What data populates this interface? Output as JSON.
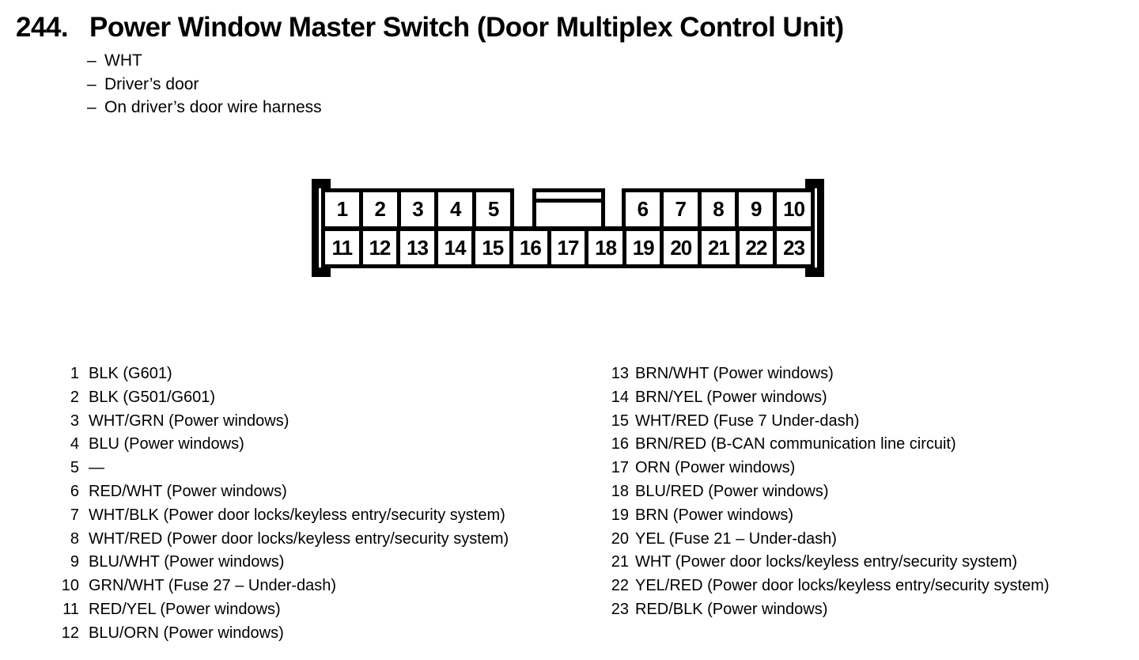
{
  "header": {
    "number": "244.",
    "title": "Power Window Master Switch (Door Multiplex Control Unit)",
    "note_dash": "–",
    "notes": [
      "WHT",
      "Driver’s door",
      "On driver’s door wire harness"
    ]
  },
  "connector": {
    "top_left_pins": [
      "1",
      "2",
      "3",
      "4",
      "5"
    ],
    "top_right_pins": [
      "6",
      "7",
      "8",
      "9",
      "10"
    ],
    "bottom_pins": [
      "11",
      "12",
      "13",
      "14",
      "15",
      "16",
      "17",
      "18",
      "19",
      "20",
      "21",
      "22",
      "23"
    ]
  },
  "pin_list": {
    "left": [
      {
        "num": "1",
        "desc": "BLK (G601)"
      },
      {
        "num": "2",
        "desc": "BLK (G501/G601)"
      },
      {
        "num": "3",
        "desc": "WHT/GRN (Power windows)"
      },
      {
        "num": "4",
        "desc": "BLU (Power windows)"
      },
      {
        "num": "5",
        "desc": "—"
      },
      {
        "num": "6",
        "desc": "RED/WHT (Power windows)"
      },
      {
        "num": "7",
        "desc": "WHT/BLK (Power door locks/keyless entry/security system)"
      },
      {
        "num": "8",
        "desc": "WHT/RED (Power door locks/keyless entry/security system)"
      },
      {
        "num": "9",
        "desc": "BLU/WHT (Power windows)"
      },
      {
        "num": "10",
        "desc": "GRN/WHT (Fuse 27 – Under-dash)"
      },
      {
        "num": "11",
        "desc": "RED/YEL (Power windows)"
      },
      {
        "num": "12",
        "desc": "BLU/ORN (Power windows)"
      }
    ],
    "right": [
      {
        "num": "13",
        "desc": "BRN/WHT (Power windows)"
      },
      {
        "num": "14",
        "desc": "BRN/YEL (Power windows)"
      },
      {
        "num": "15",
        "desc": "WHT/RED (Fuse 7 Under-dash)"
      },
      {
        "num": "16",
        "desc": "BRN/RED (B-CAN communication line circuit)"
      },
      {
        "num": "17",
        "desc": "ORN (Power windows)"
      },
      {
        "num": "18",
        "desc": "BLU/RED (Power windows)"
      },
      {
        "num": "19",
        "desc": "BRN (Power windows)"
      },
      {
        "num": "20",
        "desc": "YEL (Fuse 21 – Under-dash)"
      },
      {
        "num": "21",
        "desc": "WHT (Power door locks/keyless entry/security system)"
      },
      {
        "num": "22",
        "desc": "YEL/RED (Power door locks/keyless entry/security system)"
      },
      {
        "num": "23",
        "desc": "RED/BLK (Power windows)"
      }
    ]
  },
  "colors": {
    "ink": "#000000",
    "paper": "#ffffff"
  }
}
